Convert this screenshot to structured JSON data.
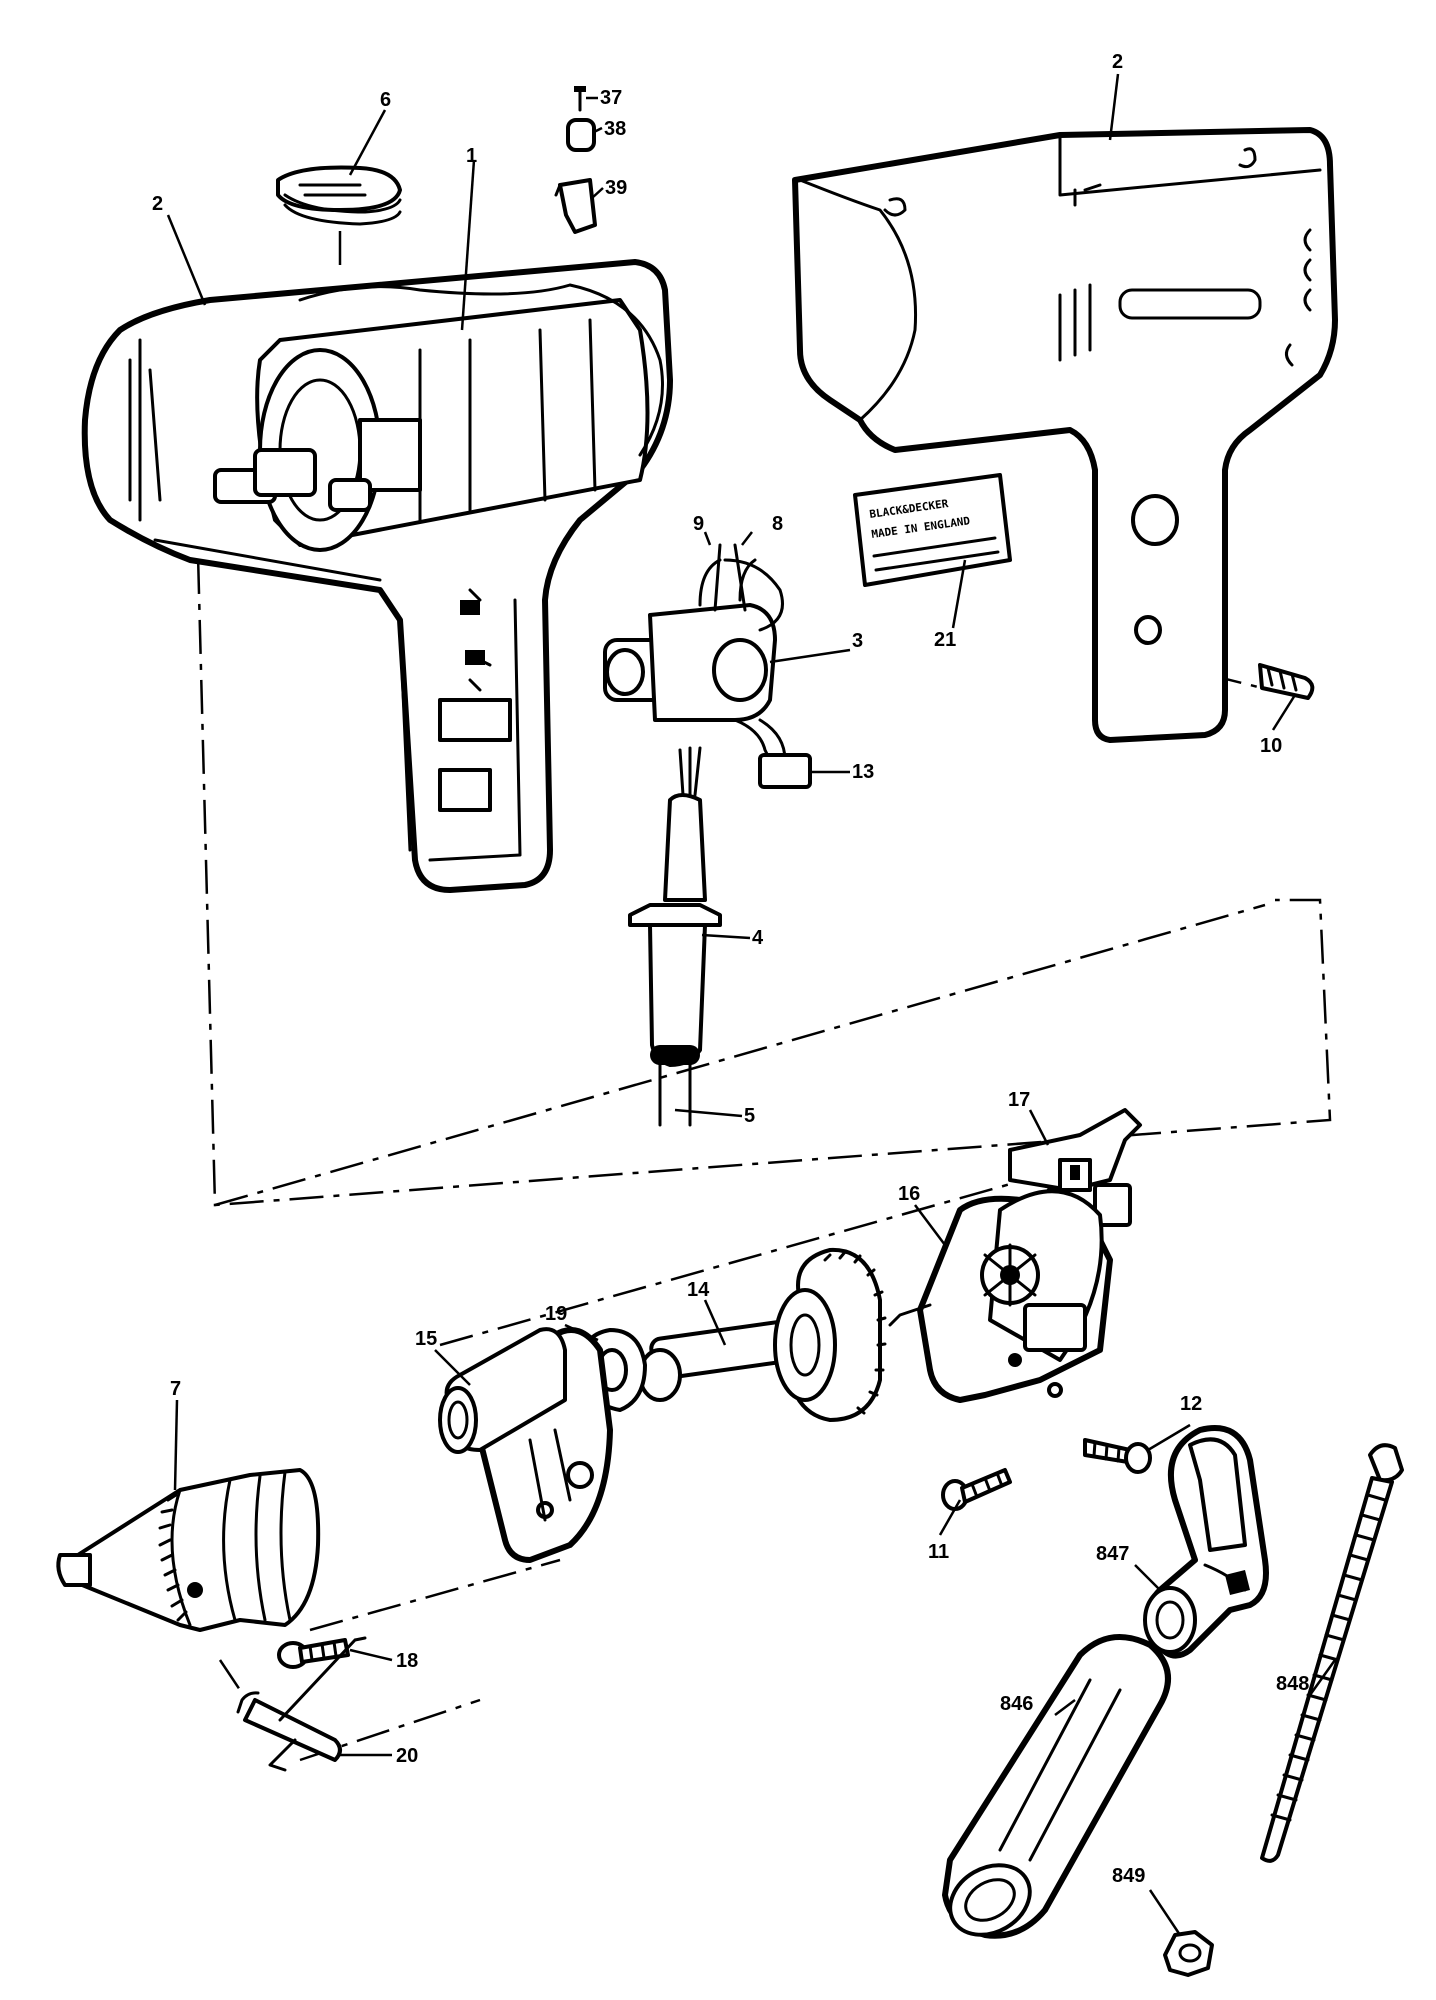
{
  "callouts": [
    {
      "id": "1",
      "label": "1"
    },
    {
      "id": "2a",
      "label": "2"
    },
    {
      "id": "2b",
      "label": "2"
    },
    {
      "id": "3",
      "label": "3"
    },
    {
      "id": "4",
      "label": "4"
    },
    {
      "id": "5",
      "label": "5"
    },
    {
      "id": "6",
      "label": "6"
    },
    {
      "id": "7",
      "label": "7"
    },
    {
      "id": "8",
      "label": "8"
    },
    {
      "id": "9",
      "label": "9"
    },
    {
      "id": "10",
      "label": "10"
    },
    {
      "id": "11",
      "label": "11"
    },
    {
      "id": "12",
      "label": "12"
    },
    {
      "id": "13",
      "label": "13"
    },
    {
      "id": "14",
      "label": "14"
    },
    {
      "id": "15",
      "label": "15"
    },
    {
      "id": "16",
      "label": "16"
    },
    {
      "id": "17",
      "label": "17"
    },
    {
      "id": "18",
      "label": "18"
    },
    {
      "id": "19",
      "label": "19"
    },
    {
      "id": "20",
      "label": "20"
    },
    {
      "id": "21",
      "label": "21"
    },
    {
      "id": "37",
      "label": "37"
    },
    {
      "id": "38",
      "label": "38"
    },
    {
      "id": "39",
      "label": "39"
    },
    {
      "id": "846",
      "label": "846"
    },
    {
      "id": "847",
      "label": "847"
    },
    {
      "id": "848",
      "label": "848"
    },
    {
      "id": "849",
      "label": "849"
    }
  ],
  "nameplate": {
    "line1": "BLACK&DECKER",
    "line2": "MADE IN ENGLAND"
  }
}
